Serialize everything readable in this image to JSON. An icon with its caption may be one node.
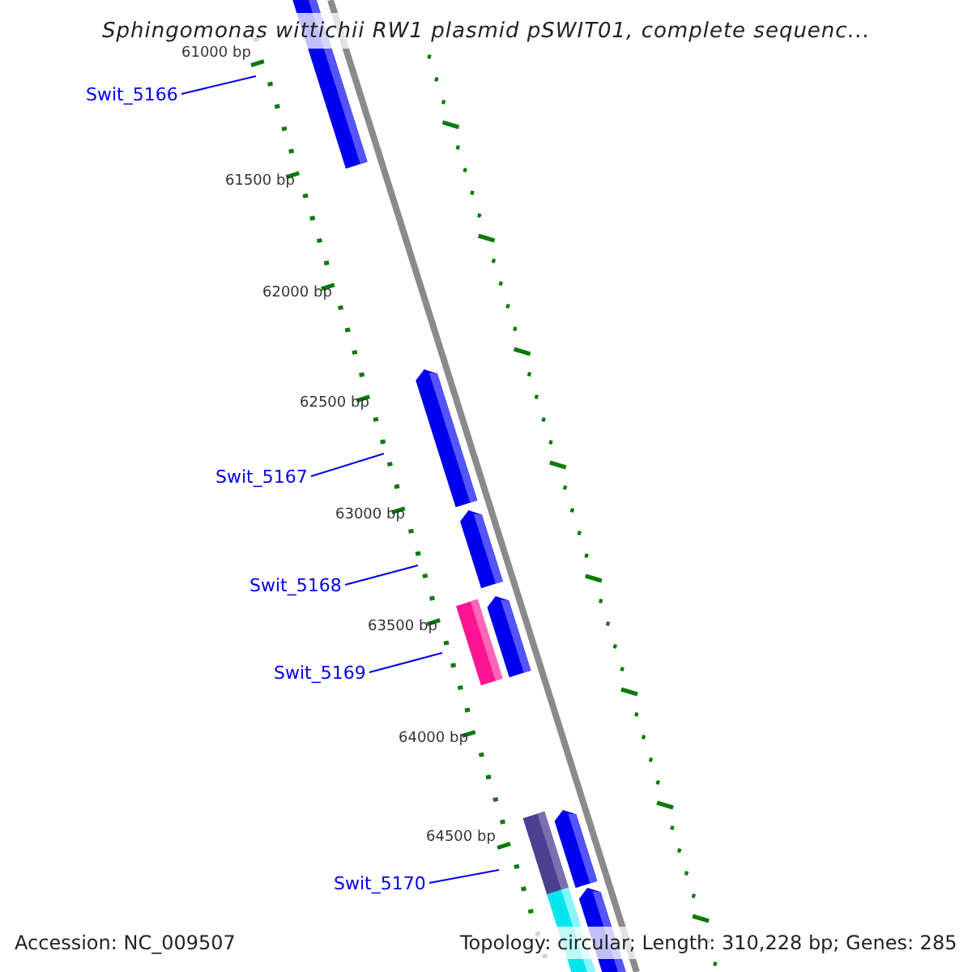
{
  "diagram": {
    "title": "Sphingomonas wittichii RW1 plasmid pSWIT01, complete sequenc...",
    "nodes": [
      {
        "text": [
          "Swit_5166"
        ]
      },
      {
        "text": [
          "Swit_5167"
        ]
      },
      {
        "text": [
          "Swit_5168"
        ]
      },
      {
        "text": [
          "Swit_5169"
        ]
      },
      {
        "text": [
          "Swit_5170"
        ]
      }
    ],
    "edges": [
      {
        "from": 0,
        "to": null,
        "arrow": "none"
      },
      {
        "from": 1,
        "to": null,
        "arrow": "none"
      },
      {
        "from": 2,
        "to": null,
        "arrow": "none"
      },
      {
        "from": 3,
        "to": null,
        "arrow": "none"
      },
      {
        "from": 4,
        "to": null,
        "arrow": "none"
      }
    ],
    "labels": [
      "61000 bp",
      "61500 bp",
      "62000 bp",
      "62500 bp",
      "63000 bp",
      "63500 bp",
      "64000 bp",
      "64500 bp",
      "Accession: NC_009507",
      "Topology: circular; Length: 310,228 bp; Genes: 285"
    ]
  }
}
